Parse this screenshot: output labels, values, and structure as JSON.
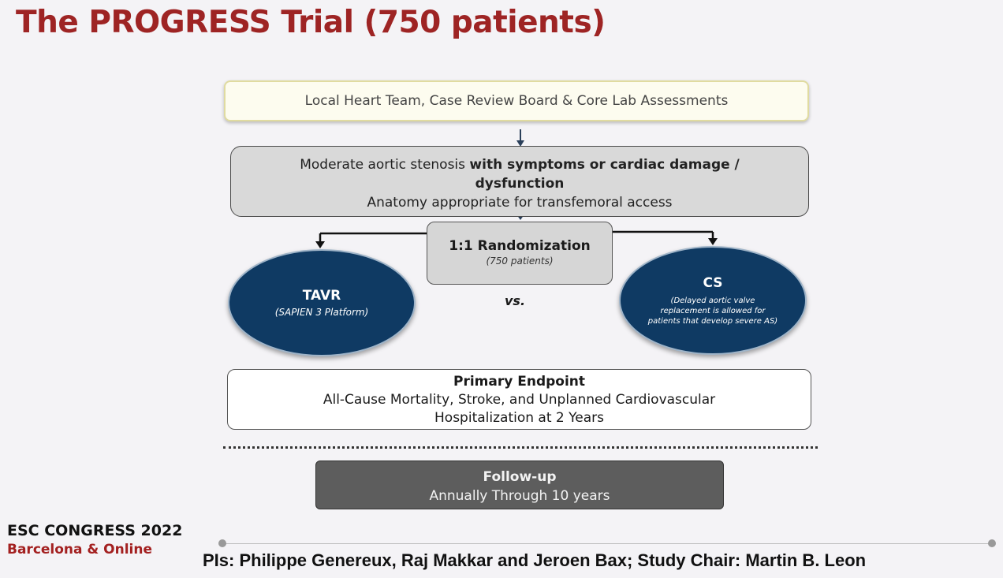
{
  "slide": {
    "title": "The PROGRESS Trial (750 patients)"
  },
  "flow": {
    "assessments": "Local Heart Team, Case Review Board & Core Lab Assessments",
    "criteria_line1_plain": "Moderate aortic stenosis ",
    "criteria_line1_bold": "with symptoms or cardiac damage /",
    "criteria_line2_bold": "dysfunction",
    "criteria_line3": "Anatomy appropriate for transfemoral access",
    "randomization_title": "1:1 Randomization",
    "randomization_sub": "(750 patients)",
    "arm_tavr_title": "TAVR",
    "arm_tavr_sub": "(SAPIEN 3 Platform)",
    "vs": "vs.",
    "arm_cs_title": "CS",
    "arm_cs_sub": "(Delayed aortic valve replacement is allowed for patients that develop severe AS)",
    "endpoint_title": "Primary Endpoint",
    "endpoint_line1": "All-Cause Mortality, Stroke, and Unplanned Cardiovascular",
    "endpoint_line2": "Hospitalization at 2 Years",
    "followup_title": "Follow-up",
    "followup_sub": "Annually Through 10 years"
  },
  "footer": {
    "congress": "ESC CONGRESS 2022",
    "location": "Barcelona & Online",
    "investigators": "PIs: Philippe Genereux, Raj Makkar and Jeroen Bax; Study Chair: Martin B. Leon"
  },
  "colors": {
    "title": "#9e2424",
    "arm_fill": "#0f3a63",
    "followup_fill": "#5d5d5d",
    "location": "#a32020"
  }
}
